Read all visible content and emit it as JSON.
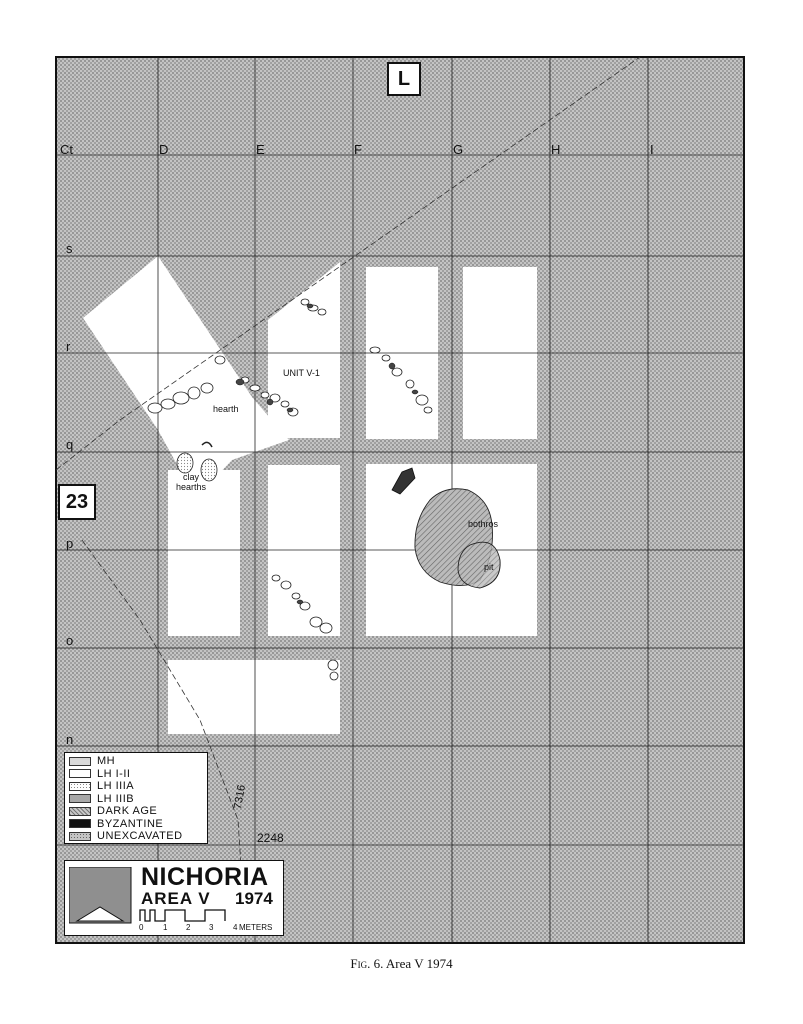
{
  "map": {
    "north_marker": "L",
    "columns": [
      "Ct",
      "D",
      "E",
      "F",
      "G",
      "H",
      "I"
    ],
    "rows": [
      "s",
      "r",
      "q",
      "p",
      "o",
      "n"
    ],
    "grid_square": "23",
    "labels": {
      "unit": "UNIT V-1",
      "hearth": "hearth",
      "clay_hearths_line1": "clay",
      "clay_hearths_line2": "hearths",
      "bothros": "bothros",
      "pit": "pit",
      "line_number": "7316",
      "point_number": "2248"
    }
  },
  "legend": [
    {
      "label": "MH",
      "pattern": "light-grey"
    },
    {
      "label": "LH I-II",
      "pattern": "white"
    },
    {
      "label": "LH IIIA",
      "pattern": "fine-dots"
    },
    {
      "label": "LH IIIB",
      "pattern": "medium-grey"
    },
    {
      "label": "DARK AGE",
      "pattern": "hatched-grey"
    },
    {
      "label": "BYZANTINE",
      "pattern": "black"
    },
    {
      "label": "UNEXCAVATED",
      "pattern": "coarse-dots"
    }
  ],
  "title_block": {
    "site": "NICHORIA",
    "area": "AREA V",
    "year": "1974",
    "scale_ticks": [
      "0",
      "1",
      "2",
      "3",
      "4"
    ],
    "scale_unit": "METERS"
  },
  "caption": {
    "prefix": "Fig. 6.",
    "text": "Area V 1974"
  },
  "colors": {
    "unexcavated": "#b8b8b8",
    "excavated": "#ffffff",
    "ink": "#111111"
  }
}
